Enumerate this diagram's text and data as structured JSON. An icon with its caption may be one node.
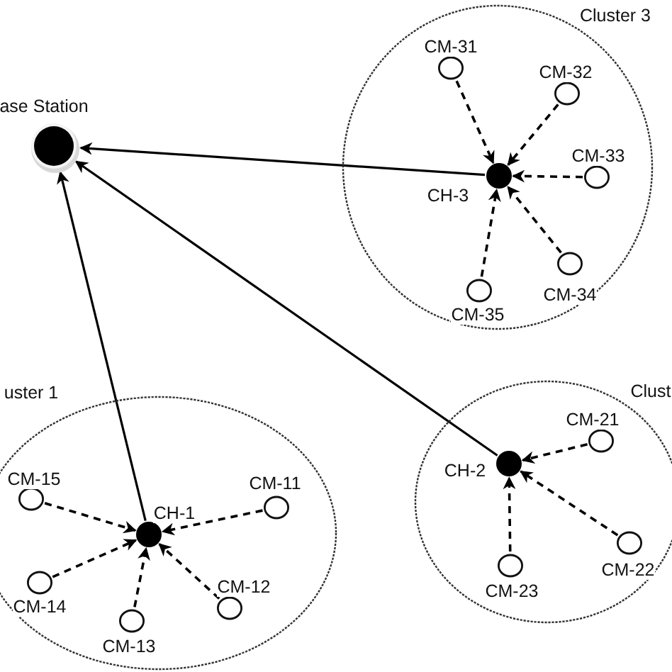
{
  "diagram": {
    "nodes": [
      {
        "text": [
          "ase Station"
        ]
      },
      {
        "text": [
          "Cluster 3"
        ]
      },
      {
        "text": [
          "CH-3"
        ],
        "in": 1
      },
      {
        "text": [
          "CM-31"
        ],
        "in": 1
      },
      {
        "text": [
          "CM-32"
        ],
        "in": 1
      },
      {
        "text": [
          "CM-33"
        ],
        "in": 1
      },
      {
        "text": [
          "CM-34"
        ],
        "in": 1
      },
      {
        "text": [
          "CM-35"
        ],
        "in": 1
      },
      {
        "text": [
          "uster 1"
        ]
      },
      {
        "text": [
          "CH-1"
        ],
        "in": 8
      },
      {
        "text": [
          "CM-11"
        ],
        "in": 8
      },
      {
        "text": [
          "CM-12"
        ],
        "in": 8
      },
      {
        "text": [
          "CM-13"
        ],
        "in": 8
      },
      {
        "text": [
          "CM-14"
        ],
        "in": 8
      },
      {
        "text": [
          "CM-15"
        ],
        "in": 8
      },
      {
        "text": [
          "Clust"
        ]
      },
      {
        "text": [
          "CH-2"
        ],
        "in": 15
      },
      {
        "text": [
          "CM-21"
        ],
        "in": 15
      },
      {
        "text": [
          "CM-22"
        ],
        "in": 15
      },
      {
        "text": [
          "CM-23"
        ],
        "in": 15
      }
    ],
    "edges": [
      {
        "from": 2,
        "to": 0,
        "arrow": "to"
      },
      {
        "from": 16,
        "to": 0,
        "arrow": "to"
      },
      {
        "from": 9,
        "to": 0,
        "arrow": "to"
      },
      {
        "from": 3,
        "to": 2,
        "arrow": "to",
        "style": "dashed"
      },
      {
        "from": 4,
        "to": 2,
        "arrow": "to",
        "style": "dashed"
      },
      {
        "from": 5,
        "to": 2,
        "arrow": "to",
        "style": "dashed"
      },
      {
        "from": 6,
        "to": 2,
        "arrow": "to",
        "style": "dashed"
      },
      {
        "from": 7,
        "to": 2,
        "arrow": "to",
        "style": "dashed"
      },
      {
        "from": 10,
        "to": 9,
        "arrow": "to",
        "style": "dashed"
      },
      {
        "from": 11,
        "to": 9,
        "arrow": "to",
        "style": "dashed"
      },
      {
        "from": 12,
        "to": 9,
        "arrow": "to",
        "style": "dashed"
      },
      {
        "from": 13,
        "to": 9,
        "arrow": "to",
        "style": "dashed"
      },
      {
        "from": 14,
        "to": 9,
        "arrow": "to",
        "style": "dashed"
      },
      {
        "from": 17,
        "to": 16,
        "arrow": "to",
        "style": "dashed"
      },
      {
        "from": 18,
        "to": 16,
        "arrow": "to",
        "style": "dashed"
      },
      {
        "from": 19,
        "to": 16,
        "arrow": "to",
        "style": "dashed"
      }
    ]
  }
}
